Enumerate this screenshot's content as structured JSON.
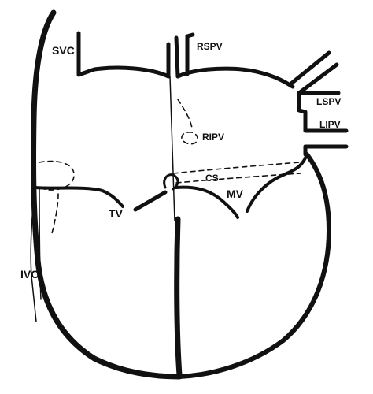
{
  "labels": {
    "svc": "SVC",
    "rspv": "RSPV",
    "lspv": "LSPV",
    "lipv": "LIPV",
    "ripv": "RIPV",
    "cs": "CS",
    "mv": "MV",
    "tv": "TV",
    "ivc": "IVC"
  },
  "colors": {
    "stroke": "#111111",
    "background": "#ffffff"
  }
}
